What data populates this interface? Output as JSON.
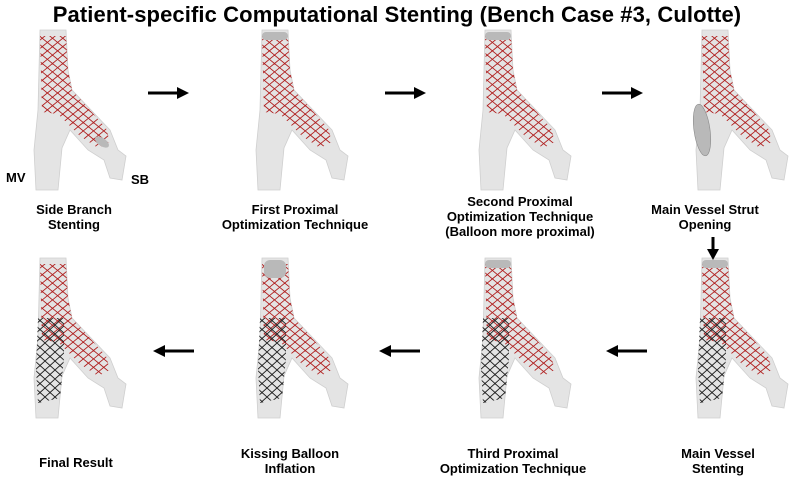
{
  "title": "Patient-specific Computational Stenting (Bench Case #3, Culotte)",
  "vessel_labels": {
    "main_vessel": "MV",
    "side_branch": "SB"
  },
  "steps": [
    {
      "lines": [
        "Side Branch",
        "Stenting"
      ]
    },
    {
      "lines": [
        "First Proximal",
        "Optimization Technique"
      ]
    },
    {
      "lines": [
        "Second Proximal",
        "Optimization Technique",
        "(Balloon more proximal)"
      ]
    },
    {
      "lines": [
        "Main Vessel Strut",
        "Opening"
      ]
    },
    {
      "lines": [
        "Main Vessel",
        "Stenting"
      ]
    },
    {
      "lines": [
        "Third Proximal",
        "Optimization Technique"
      ]
    },
    {
      "lines": [
        "Kissing Balloon",
        "Inflation"
      ]
    },
    {
      "lines": [
        "Final Result"
      ]
    }
  ],
  "colors": {
    "vessel": "#e4e4e4",
    "red_stent": "#b02020",
    "black_stent": "#222222",
    "balloon": "#b9b9b9"
  }
}
